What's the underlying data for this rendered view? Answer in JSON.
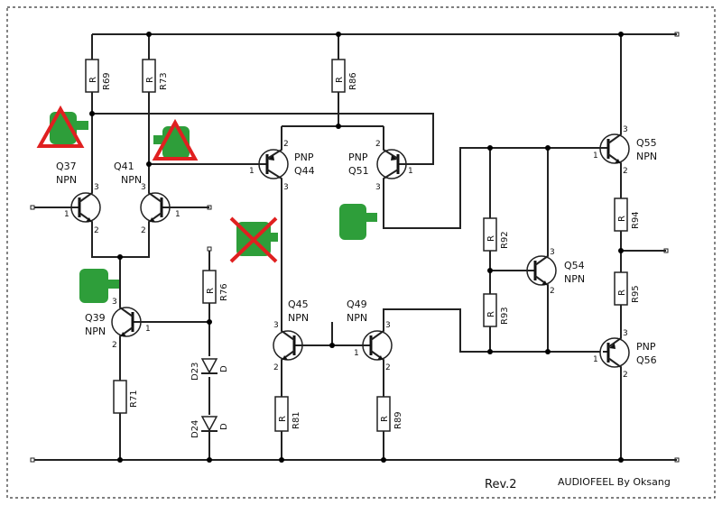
{
  "resistors": {
    "r69": "R69",
    "r73": "R73",
    "r86": "R86",
    "r76": "R76",
    "r71": "R71",
    "r81": "R81",
    "r89": "R89",
    "r92": "R92",
    "r93": "R93",
    "r94": "R94",
    "r95": "R95"
  },
  "resistor_letter": "R",
  "diodes": {
    "d23": "D23",
    "d24": "D24",
    "letter": "D"
  },
  "transistors": {
    "q37": {
      "name": "Q37",
      "type": "NPN"
    },
    "q41": {
      "name": "Q41",
      "type": "NPN"
    },
    "q44": {
      "name": "Q44",
      "type": "PNP"
    },
    "q51": {
      "name": "Q51",
      "type": "PNP"
    },
    "q39": {
      "name": "Q39",
      "type": "NPN"
    },
    "q45": {
      "name": "Q45",
      "type": "NPN"
    },
    "q49": {
      "name": "Q49",
      "type": "NPN"
    },
    "q54": {
      "name": "Q54",
      "type": "NPN"
    },
    "q55": {
      "name": "Q55",
      "type": "NPN"
    },
    "q56": {
      "name": "Q56",
      "type": "PNP"
    }
  },
  "pins": {
    "p1": "1",
    "p2": "2",
    "p3": "3"
  },
  "footer": {
    "revision": "Rev.2",
    "credit": "AUDIOFEEL By Oksang"
  },
  "colors": {
    "wire": "#222222",
    "marker_green": "#2e9e3a",
    "warning_red": "#e02020",
    "border": "#333333"
  }
}
